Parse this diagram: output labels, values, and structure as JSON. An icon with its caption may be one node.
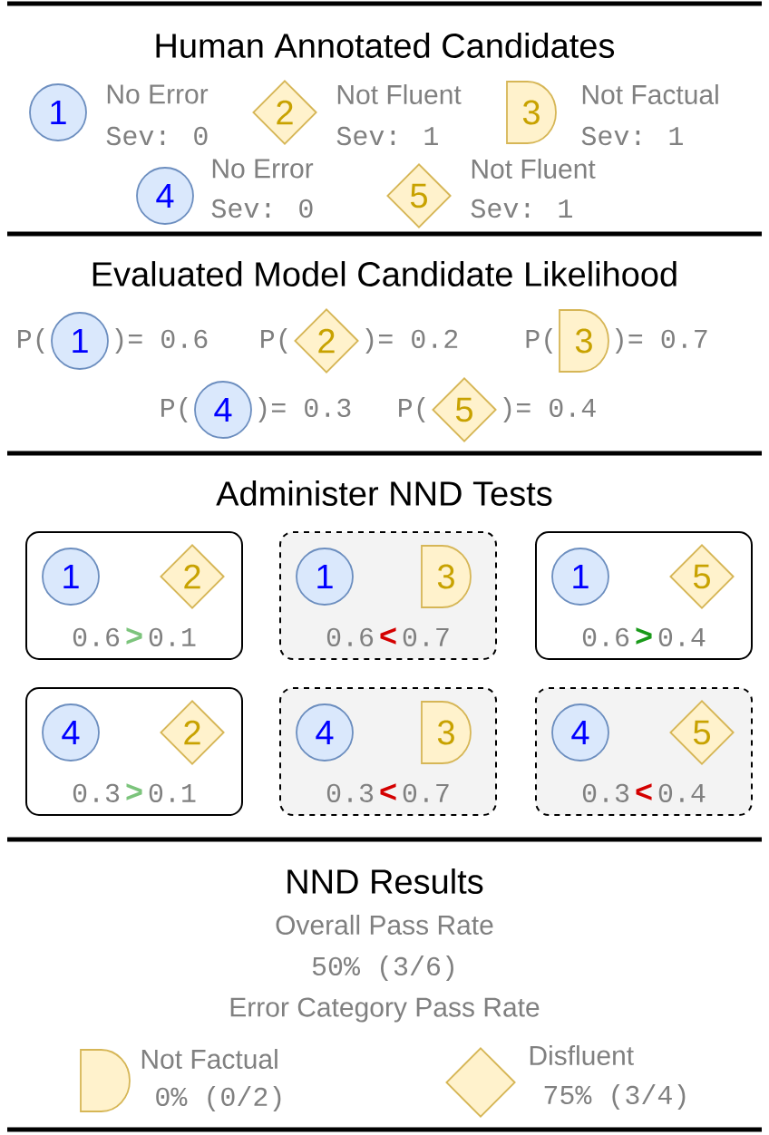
{
  "diagram": {
    "nodes": [
      {
        "text": [
          "1"
        ],
        "beside": [
          "No Error",
          "Sev: 0"
        ]
      },
      {
        "text": [
          "2"
        ],
        "beside": [
          "Not Fluent",
          "Sev: 1"
        ]
      },
      {
        "text": [
          "3"
        ],
        "beside": [
          "Not Factual",
          "Sev: 1"
        ]
      },
      {
        "text": [
          "4"
        ],
        "beside": [
          "No Error",
          "Sev: 0"
        ]
      },
      {
        "text": [
          "5"
        ],
        "beside": [
          "Not Fluent",
          "Sev: 1"
        ]
      },
      {
        "text": [
          "1"
        ],
        "beside": [
          "P(",
          ")= 0.6"
        ]
      },
      {
        "text": [
          "2"
        ],
        "beside": [
          "P(",
          ")= 0.2"
        ]
      },
      {
        "text": [
          "3"
        ],
        "beside": [
          "P(",
          ")= 0.7"
        ]
      },
      {
        "text": [
          "4"
        ],
        "beside": [
          "P(",
          ")= 0.3"
        ]
      },
      {
        "text": [
          "5"
        ],
        "beside": [
          "P(",
          ")= 0.4"
        ]
      },
      {
        "text": [
          "0.6",
          ">",
          "0.1"
        ]
      },
      {
        "text": [
          "1"
        ],
        "in": 10
      },
      {
        "text": [
          "2"
        ],
        "in": 10
      },
      {
        "text": [
          "0.6",
          "<",
          "0.7"
        ]
      },
      {
        "text": [
          "1"
        ],
        "in": 13
      },
      {
        "text": [
          "3"
        ],
        "in": 13
      },
      {
        "text": [
          "0.6",
          ">",
          "0.4"
        ]
      },
      {
        "text": [
          "1"
        ],
        "in": 16
      },
      {
        "text": [
          "5"
        ],
        "in": 16
      },
      {
        "text": [
          "0.3",
          ">",
          "0.1"
        ]
      },
      {
        "text": [
          "4"
        ],
        "in": 19
      },
      {
        "text": [
          "2"
        ],
        "in": 19
      },
      {
        "text": [
          "0.3",
          "<",
          "0.7"
        ]
      },
      {
        "text": [
          "4"
        ],
        "in": 22
      },
      {
        "text": [
          "3"
        ],
        "in": 22
      },
      {
        "text": [
          "0.3",
          "<",
          "0.4"
        ]
      },
      {
        "text": [
          "4"
        ],
        "in": 25
      },
      {
        "text": [
          "5"
        ],
        "in": 25
      },
      {
        "text": [],
        "shape": "semicircle",
        "beside": [
          "Not Factual",
          "0% (0/2)"
        ]
      },
      {
        "text": [],
        "shape": "diamond",
        "beside": [
          "Disfluent",
          "75% (3/4)"
        ]
      }
    ],
    "labels": [
      "Human Annotated Candidates",
      "Evaluated Model Candidate Likelihood",
      "Administer NND Tests",
      "NND Results",
      "Overall Pass Rate",
      "50% (3/6)",
      "Error Category Pass Rate"
    ]
  }
}
